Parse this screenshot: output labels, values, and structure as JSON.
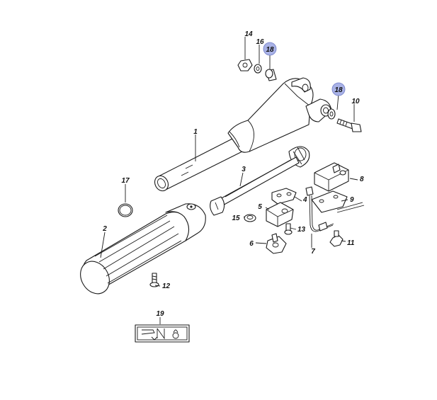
{
  "parts": [
    {
      "key": "p1",
      "number": "1"
    },
    {
      "key": "p2",
      "number": "2"
    },
    {
      "key": "p3",
      "number": "3"
    },
    {
      "key": "p4",
      "number": "4"
    },
    {
      "key": "p5",
      "number": "5"
    },
    {
      "key": "p6",
      "number": "6"
    },
    {
      "key": "p7",
      "number": "7"
    },
    {
      "key": "p8",
      "number": "8"
    },
    {
      "key": "p9",
      "number": "9"
    },
    {
      "key": "p10",
      "number": "10"
    },
    {
      "key": "p11",
      "number": "11"
    },
    {
      "key": "p12",
      "number": "12"
    },
    {
      "key": "p13",
      "number": "13"
    },
    {
      "key": "p14",
      "number": "14"
    },
    {
      "key": "p15",
      "number": "15"
    },
    {
      "key": "p16",
      "number": "16"
    },
    {
      "key": "p17",
      "number": "17"
    },
    {
      "key": "p18a",
      "number": "18"
    },
    {
      "key": "p18b",
      "number": "18"
    },
    {
      "key": "p19",
      "number": "19"
    }
  ],
  "colors": {
    "highlight_fill": "#a9b2e6",
    "line": "#1a1a1a"
  }
}
